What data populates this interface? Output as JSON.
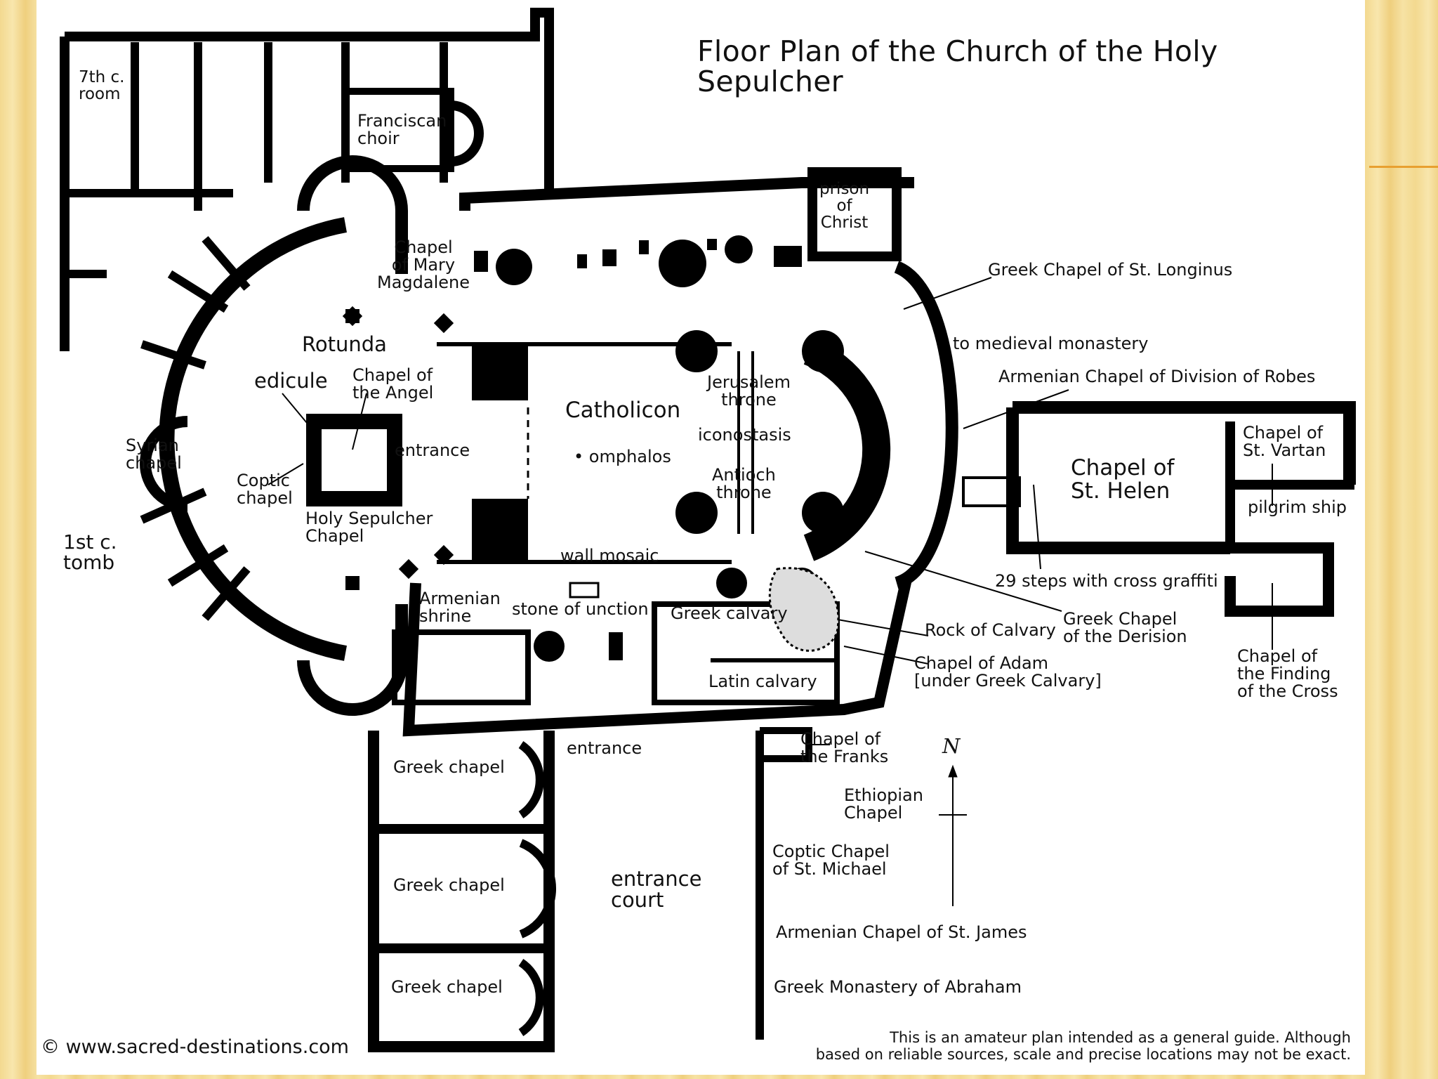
{
  "title": "Floor Plan of the Church of the Holy Sepulcher",
  "labels": {
    "room_7th_c": "7th c.\nroom",
    "franciscan_choir": "Franciscan\nchoir",
    "prison_of_christ": "prison\nof\nChrist",
    "greek_chapel_longinus": "Greek Chapel of St. Longinus",
    "chapel_mary_magdalene": "Chapel\nof Mary\nMagdalene",
    "to_medieval_monastery": "to medieval monastery",
    "armenian_chapel_robes": "Armenian Chapel of Division of Robes",
    "rotunda": "Rotunda",
    "edicule": "edicule",
    "chapel_of_angel": "Chapel of\nthe Angel",
    "jerusalem_throne": "Jerusalem\nthrone",
    "catholicon": "Catholicon",
    "iconostasis": "iconostasis",
    "chapel_st_vartan": "Chapel of\nSt. Vartan",
    "syrian_chapel": "Syrian\nchapel",
    "entrance_edicule": "entrance",
    "omphalos": "• omphalos",
    "chapel_st_helen": "Chapel of\nSt. Helen",
    "coptic_chapel": "Coptic\nchapel",
    "antioch_throne": "Antioch\nthrone",
    "pilgrim_ship": "pilgrim ship",
    "holy_sepulcher_chapel": "Holy Sepulcher\nChapel",
    "first_c_tomb": "1st c.\ntomb",
    "wall_mosaic": "wall mosaic",
    "steps_29": "29 steps with cross graffiti",
    "armenian_shrine": "Armenian\nshrine",
    "stone_of_unction": "stone of unction",
    "greek_calvary": "Greek calvary",
    "greek_chapel_derision": "Greek Chapel\nof the Derision",
    "rock_of_calvary": "Rock of Calvary",
    "chapel_of_adam": "Chapel of Adam\n[under Greek Calvary]",
    "latin_calvary": "Latin calvary",
    "chapel_finding_cross": "Chapel of\nthe Finding\nof the Cross",
    "chapel_of_franks": "Chapel of\nthe Franks",
    "entrance_south": "entrance",
    "greek_chapel_1": "Greek chapel",
    "ethiopian_chapel": "Ethiopian\nChapel",
    "coptic_chapel_st_michael": "Coptic Chapel\nof St. Michael",
    "greek_chapel_2": "Greek chapel",
    "entrance_court": "entrance\ncourt",
    "armenian_chapel_st_james": "Armenian Chapel of St. James",
    "greek_chapel_3": "Greek chapel",
    "greek_monastery_abraham": "Greek Monastery of Abraham"
  },
  "compass_label": "N",
  "credit": "© www.sacred-destinations.com",
  "disclaimer": "This is an amateur plan intended as a general guide. Although\nbased on reliable sources, scale and precise locations may not be exact.",
  "colors": {
    "wall": "#000000",
    "panel": "#ffffff",
    "slide_background": "#f3d98f",
    "accent_rule": "#e8a030"
  }
}
